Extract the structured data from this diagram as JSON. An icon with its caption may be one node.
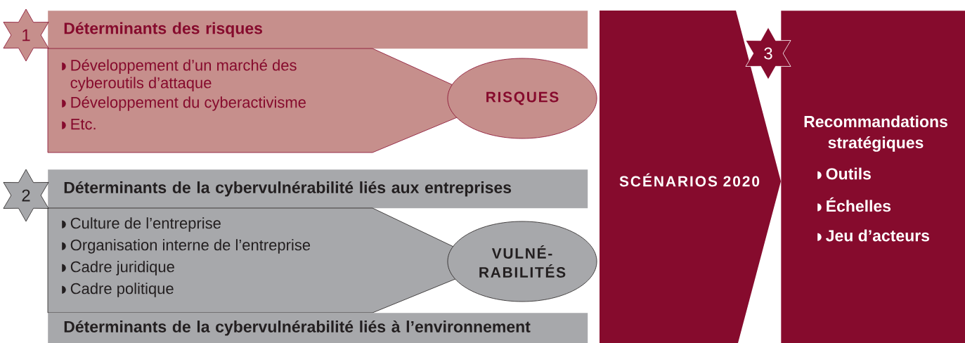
{
  "diagram": {
    "nodes": [
      {
        "text": [
          "1"
        ]
      },
      {
        "text": [
          "Déterminants des risques"
        ]
      },
      {
        "text": [
          "Développement d’un marché des cyberoutils d’attaque",
          "Développement du cyberactivisme",
          "Etc."
        ]
      },
      {
        "text": [
          "RISQUES"
        ]
      },
      {
        "text": [
          "2"
        ]
      },
      {
        "text": [
          "Déterminants de la cybervulnérabilité liés aux entreprises"
        ]
      },
      {
        "text": [
          "Culture de l’entreprise",
          "Organisation interne de l’entreprise",
          "Cadre juridique",
          "Cadre politique"
        ]
      },
      {
        "text": [
          "VULNÉ- RABILITÉS"
        ]
      },
      {
        "text": [
          "Déterminants de la cybervulnérabilité liés à l’environnement"
        ]
      },
      {
        "text": [
          "SCÉNARIOS 2020"
        ]
      },
      {
        "text": [
          "3"
        ]
      },
      {
        "text": [
          "Recommandations stratégiques",
          "Outils",
          "Échelles",
          "Jeu d’acteurs"
        ]
      }
    ]
  }
}
